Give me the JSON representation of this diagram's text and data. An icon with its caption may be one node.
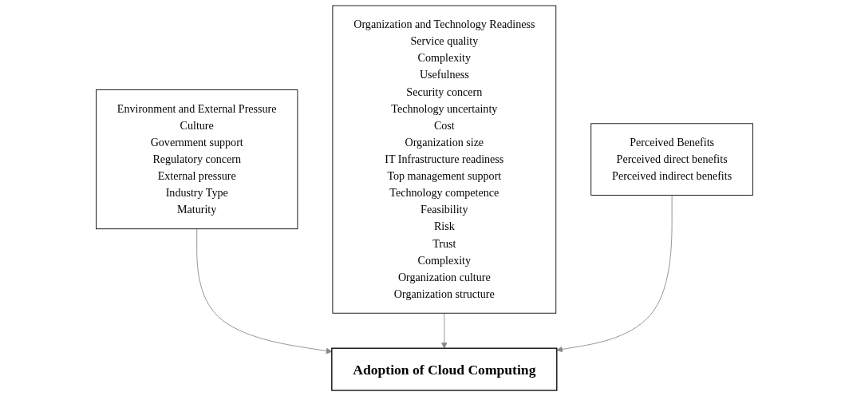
{
  "diagram": {
    "nodes": [
      {
        "text": [
          "Environment and External Pressure",
          "Culture",
          "Government support",
          "Regulatory concern",
          "External pressure",
          "Industry Type",
          "Maturity"
        ]
      },
      {
        "text": [
          "Adoption of Cloud Computing"
        ]
      },
      {
        "text": [
          "Organization and Technology Readiness",
          "Service quality",
          "Complexity",
          "Usefulness",
          "Security concern",
          "Technology uncertainty",
          "Cost",
          "Organization size",
          "IT Infrastructure readiness",
          "Top management support",
          "Technology competence",
          "Feasibility",
          "Risk",
          "Trust",
          "Complexity",
          "Organization culture",
          "Organization structure"
        ]
      },
      {
        "text": [
          "Perceived Benefits",
          "Perceived direct benefits",
          "Perceived indirect benefits"
        ]
      }
    ],
    "edges": [
      {
        "from": 0,
        "to": 1,
        "arrow": "to"
      },
      {
        "from": 2,
        "to": 1,
        "arrow": "to"
      },
      {
        "from": 3,
        "to": 1,
        "arrow": "to"
      }
    ]
  }
}
